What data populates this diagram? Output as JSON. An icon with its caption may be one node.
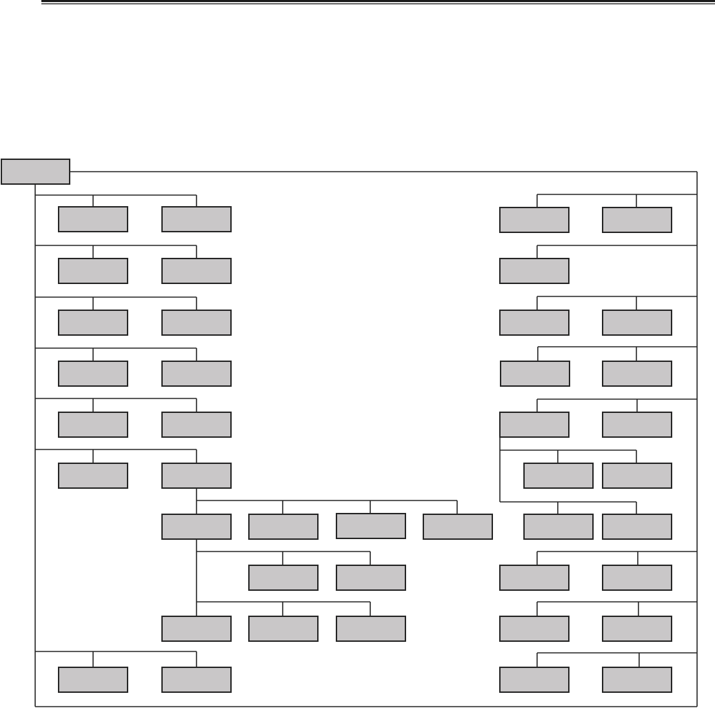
{
  "diagram": {
    "nodes": [
      {
        "text": [],
        "shape": "box"
      },
      {
        "text": [],
        "shape": "box"
      },
      {
        "text": [],
        "shape": "box"
      },
      {
        "text": [],
        "shape": "box"
      },
      {
        "text": [],
        "shape": "box"
      },
      {
        "text": [],
        "shape": "box"
      },
      {
        "text": [],
        "shape": "box"
      },
      {
        "text": [],
        "shape": "box"
      },
      {
        "text": [],
        "shape": "box"
      },
      {
        "text": [],
        "shape": "box"
      },
      {
        "text": [],
        "shape": "box"
      },
      {
        "text": [],
        "shape": "box"
      },
      {
        "text": [],
        "shape": "box"
      },
      {
        "text": [],
        "shape": "box"
      },
      {
        "text": [],
        "shape": "box"
      },
      {
        "text": [],
        "shape": "box"
      },
      {
        "text": [],
        "shape": "box"
      },
      {
        "text": [],
        "shape": "box"
      },
      {
        "text": [],
        "shape": "box"
      },
      {
        "text": [],
        "shape": "box"
      },
      {
        "text": [],
        "shape": "box"
      },
      {
        "text": [],
        "shape": "box"
      },
      {
        "text": [],
        "shape": "box"
      },
      {
        "text": [],
        "shape": "box"
      },
      {
        "text": [],
        "shape": "box"
      },
      {
        "text": [],
        "shape": "box"
      },
      {
        "text": [],
        "shape": "box"
      },
      {
        "text": [],
        "shape": "box"
      },
      {
        "text": [],
        "shape": "box"
      },
      {
        "text": [],
        "shape": "box"
      },
      {
        "text": [],
        "shape": "box"
      },
      {
        "text": [],
        "shape": "box"
      },
      {
        "text": [],
        "shape": "box"
      },
      {
        "text": [],
        "shape": "box"
      },
      {
        "text": [],
        "shape": "box"
      },
      {
        "text": [],
        "shape": "box"
      },
      {
        "text": [],
        "shape": "box"
      },
      {
        "text": [],
        "shape": "box"
      },
      {
        "text": [],
        "shape": "box"
      },
      {
        "text": [],
        "shape": "box"
      },
      {
        "text": [],
        "shape": "box"
      },
      {
        "text": [],
        "shape": "box"
      },
      {
        "text": [],
        "shape": "box"
      }
    ],
    "edges": [
      {
        "from": 0,
        "to": 1,
        "arrow": "none"
      },
      {
        "from": 0,
        "to": 2,
        "arrow": "none"
      },
      {
        "from": 0,
        "to": 3,
        "arrow": "none"
      },
      {
        "from": 0,
        "to": 4,
        "arrow": "none"
      },
      {
        "from": 0,
        "to": 5,
        "arrow": "none"
      },
      {
        "from": 0,
        "to": 6,
        "arrow": "none"
      },
      {
        "from": 0,
        "to": 7,
        "arrow": "none"
      },
      {
        "from": 0,
        "to": 8,
        "arrow": "none"
      },
      {
        "from": 0,
        "to": 9,
        "arrow": "none"
      },
      {
        "from": 0,
        "to": 10,
        "arrow": "none"
      },
      {
        "from": 0,
        "to": 11,
        "arrow": "none"
      },
      {
        "from": 0,
        "to": 12,
        "arrow": "none"
      },
      {
        "from": 0,
        "to": 13,
        "arrow": "none"
      },
      {
        "from": 0,
        "to": 14,
        "arrow": "none"
      },
      {
        "from": 0,
        "to": 15,
        "arrow": "none"
      },
      {
        "from": 0,
        "to": 16,
        "arrow": "none"
      },
      {
        "from": 0,
        "to": 17,
        "arrow": "none"
      },
      {
        "from": 0,
        "to": 18,
        "arrow": "none"
      },
      {
        "from": 0,
        "to": 19,
        "arrow": "none"
      },
      {
        "from": 0,
        "to": 20,
        "arrow": "none"
      },
      {
        "from": 0,
        "to": 21,
        "arrow": "none"
      },
      {
        "from": 18,
        "to": 22,
        "arrow": "none"
      },
      {
        "from": 18,
        "to": 23,
        "arrow": "none"
      },
      {
        "from": 21,
        "to": 24,
        "arrow": "none"
      },
      {
        "from": 21,
        "to": 25,
        "arrow": "none"
      },
      {
        "from": 21,
        "to": 26,
        "arrow": "none"
      },
      {
        "from": 21,
        "to": 27,
        "arrow": "none"
      },
      {
        "from": 18,
        "to": 28,
        "arrow": "none"
      },
      {
        "from": 18,
        "to": 29,
        "arrow": "none"
      },
      {
        "from": 24,
        "to": 30,
        "arrow": "none"
      },
      {
        "from": 24,
        "to": 31,
        "arrow": "none"
      },
      {
        "from": 0,
        "to": 32,
        "arrow": "none"
      },
      {
        "from": 0,
        "to": 33,
        "arrow": "none"
      },
      {
        "from": 24,
        "to": 34,
        "arrow": "none"
      },
      {
        "from": 24,
        "to": 35,
        "arrow": "none"
      },
      {
        "from": 24,
        "to": 36,
        "arrow": "none"
      },
      {
        "from": 0,
        "to": 37,
        "arrow": "none"
      },
      {
        "from": 0,
        "to": 38,
        "arrow": "none"
      },
      {
        "from": 0,
        "to": 39,
        "arrow": "none"
      },
      {
        "from": 0,
        "to": 40,
        "arrow": "none"
      },
      {
        "from": 0,
        "to": 41,
        "arrow": "none"
      },
      {
        "from": 0,
        "to": 42,
        "arrow": "none"
      }
    ]
  }
}
